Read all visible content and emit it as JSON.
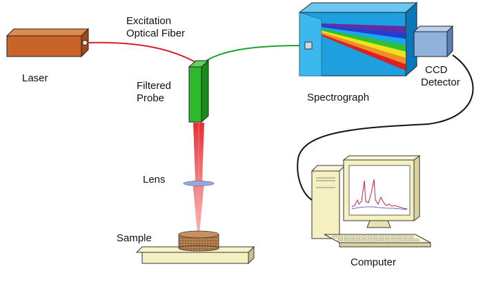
{
  "labels": {
    "excitation_fiber_line1": "Excitation",
    "excitation_fiber_line2": "Optical Fiber",
    "laser": "Laser",
    "filtered_probe_line1": "Filtered",
    "filtered_probe_line2": "Probe",
    "spectrograph": "Spectrograph",
    "ccd_line1": "CCD",
    "ccd_line2": "Detector",
    "lens": "Lens",
    "sample": "Sample",
    "computer": "Computer"
  },
  "colors": {
    "laser_body": "#c8642a",
    "excitation_fiber": "#d4202a",
    "collection_fiber": "#1ea02a",
    "probe": "#2dbb2d",
    "beam": "#e8202a",
    "spectrograph": "#1ea0e0",
    "ccd": "#8fb3dc",
    "monitor_case": "#f5f0c0",
    "cable": "#111111"
  },
  "spectrum_bands": [
    "#6030a0",
    "#2a3ad0",
    "#18a8e8",
    "#30c030",
    "#f0e020",
    "#f09020",
    "#e02020"
  ]
}
